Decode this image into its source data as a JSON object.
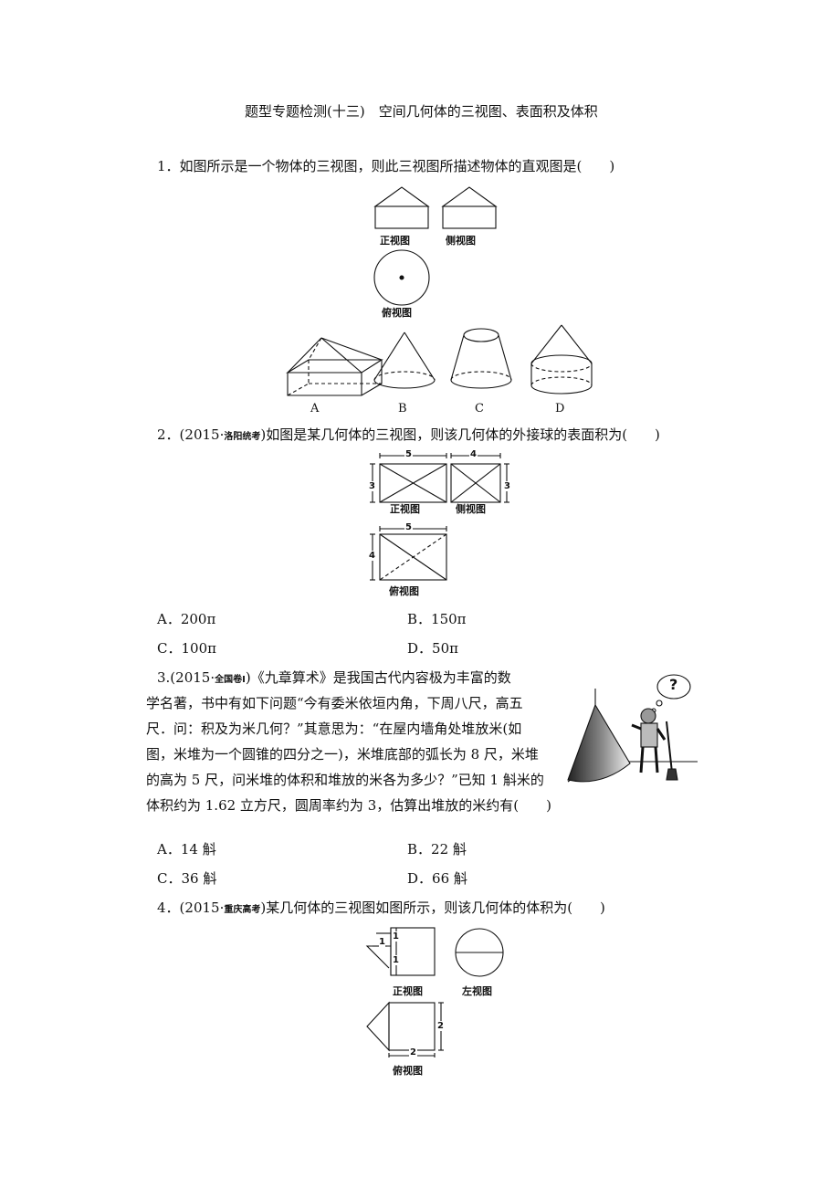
{
  "title": "题型专题检测(十三)　空间几何体的三视图、表面积及体积",
  "q1": {
    "stem": "1．如图所示是一个物体的三视图，则此三视图所描述物体的直观图是(　　)",
    "view_front": "正视图",
    "view_side": "侧视图",
    "view_top": "俯视图",
    "label_a": "A",
    "label_b": "B",
    "label_c": "C",
    "label_d": "D"
  },
  "q2": {
    "stem_pre": "2．(2015·",
    "stem_src": "洛阳统考",
    "stem_post": ")如图是某几何体的三视图，则该几何体的外接球的表面积为(　　)",
    "view_front": "正视图",
    "view_side": "侧视图",
    "view_top": "俯视图",
    "dim_5a": "5",
    "dim_3a": "3",
    "dim_4a": "4",
    "dim_3b": "3",
    "dim_5b": "5",
    "dim_4b": "4",
    "opt_a": "A．200π",
    "opt_b": "B．150π",
    "opt_c": "C．100π",
    "opt_d": "D．50π"
  },
  "q3": {
    "line1_pre": "3.(2015·",
    "line1_src": "全国卷Ⅰ",
    "line1_post": ")《九章算术》是我国古代内容极为丰富的数",
    "line2": "学名著，书中有如下问题“今有委米依垣内角，下周八尺，高五",
    "line3": "尺．问：积及为米几何？”其意思为：“在屋内墙角处堆放米(如",
    "line4": "图，米堆为一个圆锥的四分之一)，米堆底部的弧长为 8 尺，米堆",
    "line5": "的高为 5 尺，问米堆的体积和堆放的米各为多少？”已知 1 斛米的",
    "line6": "体积约为 1.62 立方尺，圆周率约为 3，估算出堆放的米约有(　　)",
    "question_mark": "?",
    "opt_a": "A．14 斛",
    "opt_b": "B．22 斛",
    "opt_c": "C．36 斛",
    "opt_d": "D．66 斛"
  },
  "q4": {
    "stem_pre": "4．(2015·",
    "stem_src": "重庆高考",
    "stem_post": ")某几何体的三视图如图所示，则该几何体的体积为(　　)",
    "view_front": "正视图",
    "view_left": "左视图",
    "view_top": "俯视图",
    "dim_1a": "1",
    "dim_1b": "1",
    "dim_1c": "1",
    "dim_2a": "2",
    "dim_2b": "2"
  }
}
